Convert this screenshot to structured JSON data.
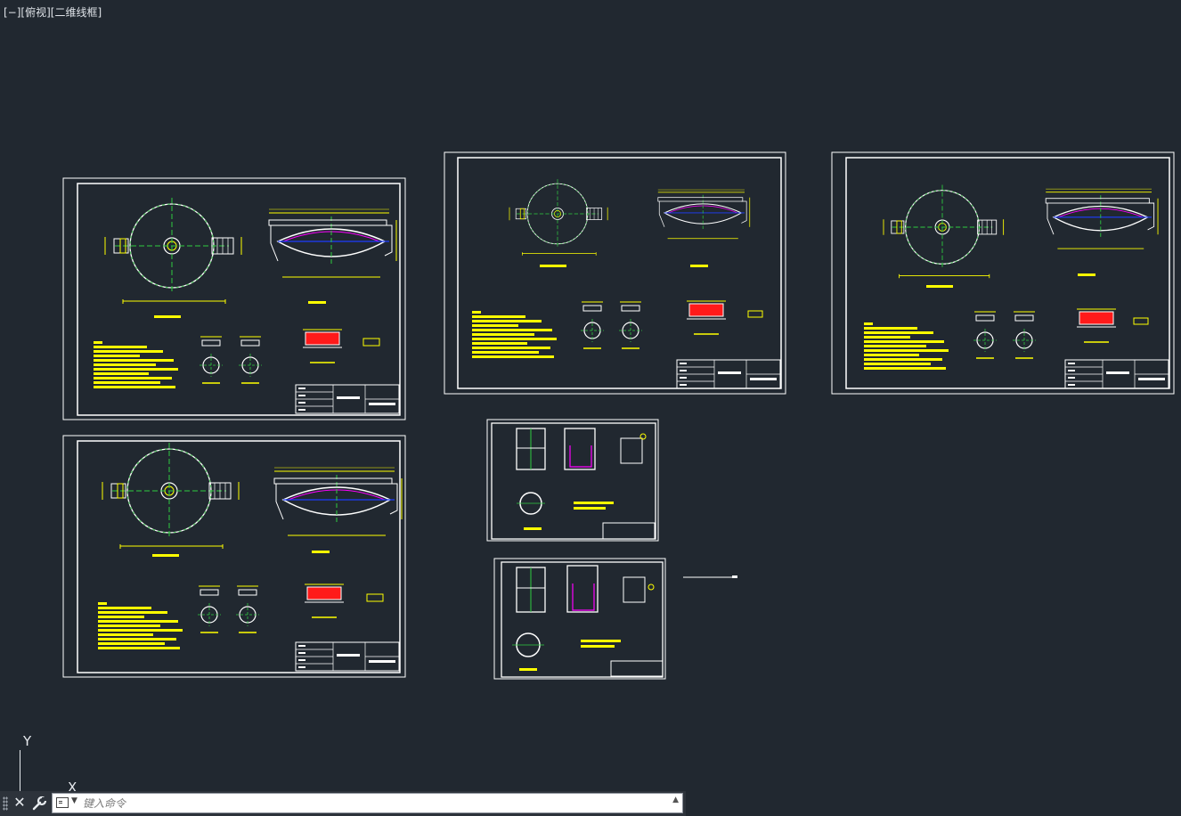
{
  "viewport": {
    "label": "[−][俯视][二维线框]"
  },
  "ucs": {
    "x_label": "X",
    "y_label": "Y"
  },
  "command_line": {
    "placeholder": "键入命令",
    "value": ""
  },
  "colors": {
    "background": "#212830",
    "frame": "#ffffff",
    "centerline": "#2ecc40",
    "text_yellow": "#ffff00",
    "accent_magenta": "#ff00ff",
    "accent_red": "#ff1a1a",
    "accent_blue": "#1e3cff"
  },
  "icons": [
    "close-icon",
    "wrench-icon",
    "command-prompt-icon",
    "chevron-down-icon",
    "chevron-up-icon"
  ]
}
